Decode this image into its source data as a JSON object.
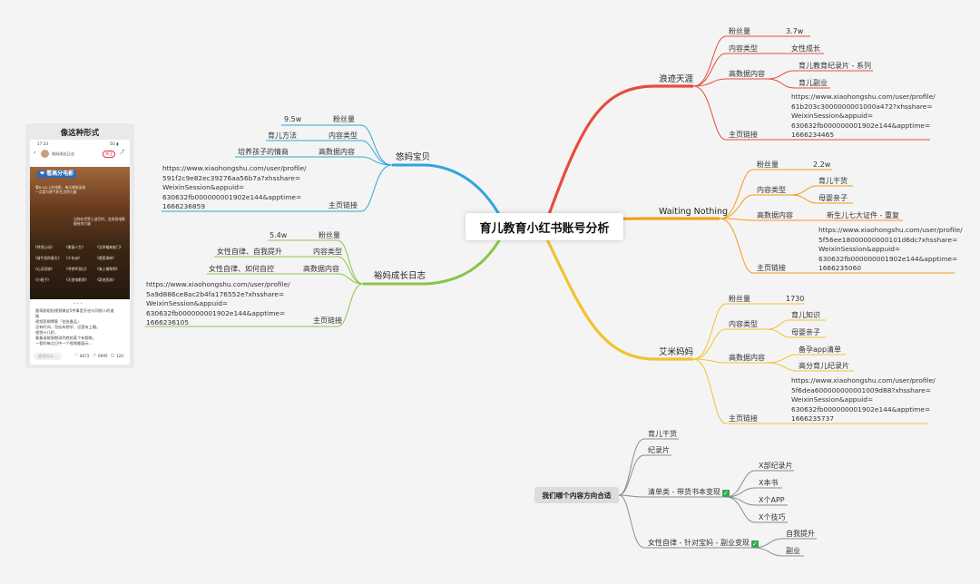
{
  "central": "育儿教育小红书账号分析",
  "labels": {
    "fans": "粉丝量",
    "type": "内容类型",
    "hot": "高数据内容",
    "link": "主页链接"
  },
  "accounts": {
    "langji": {
      "name": "浪迹天涯",
      "fans": "3.7w",
      "type": [
        "女性成长"
      ],
      "hot": [
        "育儿教育纪录片 - 系列",
        "育儿副业"
      ],
      "url": "https://www.xiaohongshu.com/user/profile/\n61b203c3000000001000a472?xhsshare=\nWeixinSession&appuid=\n630632fb000000001902e144&apptime=\n1666234465"
    },
    "waiting": {
      "name": "Waiting Nothing",
      "fans": "2.2w",
      "type": [
        "育儿干货",
        "母婴亲子"
      ],
      "hot": [
        "新生儿七大证件 - 重复"
      ],
      "url": "https://www.xiaohongshu.com/user/profile/\n5f56ee18000000000101d6dc?xhsshare=\nWeixinSession&appuid=\n630632fb000000001902e144&apptime=\n1666235060"
    },
    "aimi": {
      "name": "艾米妈妈",
      "fans": "1730",
      "type": [
        "育儿知识",
        "母婴亲子"
      ],
      "hot": [
        "备孕app清单",
        "高分育儿纪录片"
      ],
      "url": "https://www.xiaohongshu.com/user/profile/\n5f6dea600000000001009d88?xhsshare=\nWeixinSession&appuid=\n630632fb000000001902e144&apptime=\n1666235737"
    },
    "youma": {
      "name": "悠妈宝贝",
      "fans": "9.5w",
      "type": [
        "育儿方法"
      ],
      "hot": [
        "培养孩子的情商"
      ],
      "url": "https://www.xiaohongshu.com/user/profile/\n591f2c9e82ec39276aa56b7a?xhsshare=\nWeixinSession&appuid=\n630632fb000000001902e144&apptime=\n1666236859"
    },
    "yuma": {
      "name": "裕妈成长日志",
      "fans": "5.4w",
      "type": [
        "女性自律、自我提升"
      ],
      "hot": [
        "女性自律、如何自控"
      ],
      "url": "https://www.xiaohongshu.com/user/profile/\n5a9d886ce8ac2b4fa176552e?xhsshare=\nWeixinSession&appuid=\n630632fb000000001902e144&apptime=\n1666236105"
    }
  },
  "question": {
    "root": "我们哪个内容方向合适",
    "branches": [
      "育儿干货",
      "纪录片",
      "清单类 - 带货书本变现",
      "女性自律 - 针对宝妈 - 副业变现"
    ],
    "checklist_children": [
      "X部纪录片",
      "X本书",
      "X个APP",
      "X个技巧"
    ],
    "selfdisc_children": [
      "自我提升",
      "副业"
    ],
    "check_mark": "✓"
  },
  "example": {
    "title": "像这种形式",
    "status_time": "17:33",
    "status_right": "5G ▮",
    "account_name": "裕妈成长日志",
    "follow": "关注",
    "share_icon": "share-icon",
    "banner": "❤ 看高分电影",
    "photo_text_1": "看8.0以上的电影，每天都能汲取",
    "photo_text_2": "一点爱与勇气和生活的力量",
    "photo_caption_1": "当你在世界上迷茫时，会发现电影",
    "photo_caption_2": "能给你力量",
    "grid": [
      "《怦然心动》",
      "《美丽人生》",
      "《当幸福来敲门》",
      "《放牛班的春天》",
      "《少年派》",
      "《遗愿清单》",
      "《心灵奇旅》",
      "《寻梦环游记》",
      "《海上钢琴师》",
      "《小鞋子》",
      "《天堂电影院》",
      "《奇迹男孩》"
    ],
    "dots": "• • •",
    "body": [
      "跟再剧组短视频做这5件事是开启与同频人的道",
      "路",
      "视频剪辑博客「伯爸备品」",
      "没有时间，包括有想学、运营有上瘾。",
      "视频十几秒，",
      "看看谁能周期测到底拍某个有都能。",
      "一套的每点日中一个视频都展示…"
    ],
    "input_placeholder": "说点什么…",
    "likes": "8472",
    "stars": "6995",
    "comments": "120"
  },
  "colors": {
    "red": "#e74c3c",
    "orange": "#f39c12",
    "gold": "#f1c232",
    "blue": "#30a5dd",
    "green": "#8bc34a",
    "gray": "#8c8c8c"
  }
}
